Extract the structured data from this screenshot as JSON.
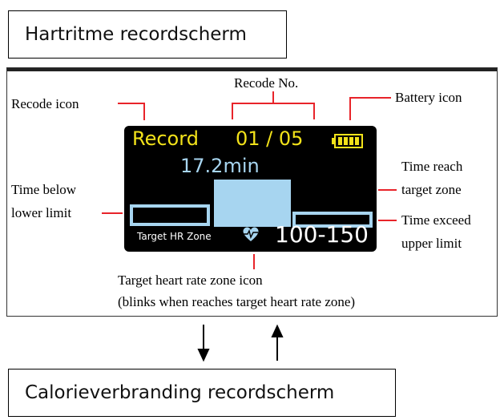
{
  "top_label": "Hartritme recordscherm",
  "bottom_label": "Calorieverbranding recordscherm",
  "callouts": {
    "recode_no": "Recode No.",
    "recode_icon": "Recode icon",
    "battery_icon": "Battery icon",
    "time_below_line1": "Time below",
    "time_below_line2": "lower limit",
    "time_reach_line1": "Time reach",
    "time_reach_line2": "target zone",
    "time_exceed_line1": "Time exceed",
    "time_exceed_line2": "upper limit",
    "zone_icon_line1": "Target heart rate zone icon",
    "zone_icon_line2": "(blinks when reaches target heart rate zone)"
  },
  "lcd": {
    "record_label": "Record",
    "record_no": "01 / 05",
    "time_value": "17.2min",
    "target_zone_label": "Target HR Zone",
    "zone_range": "100-150"
  },
  "icons": [
    "battery-icon",
    "heart-zone-icon",
    "arrow-down-icon",
    "arrow-up-icon"
  ],
  "colors": {
    "lcd_background": "#000000",
    "yellow_text": "#f2e21a",
    "blue": "#a7d5f0",
    "callout_line": "#e8242a"
  }
}
